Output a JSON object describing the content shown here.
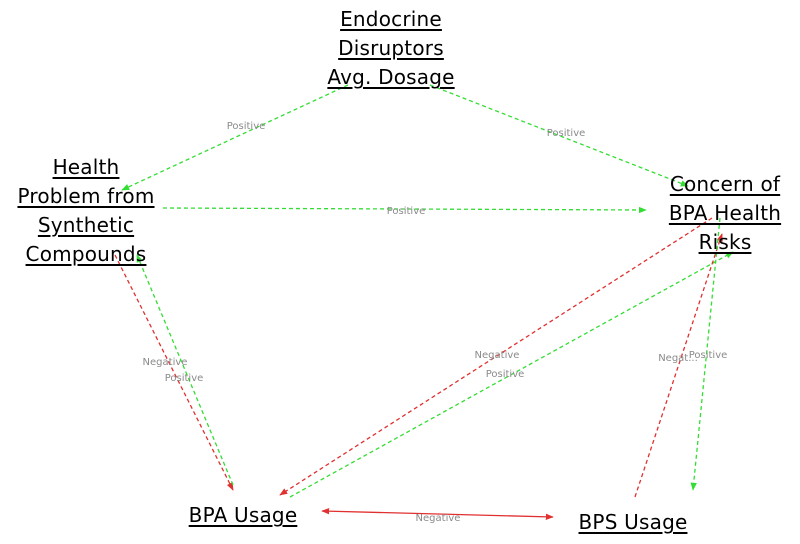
{
  "nodes": {
    "endocrine": {
      "lines": [
        "Endocrine",
        "Disruptors",
        "Avg. Dosage"
      ]
    },
    "health": {
      "lines": [
        "Health",
        "Problem from",
        "Synthetic",
        "Compounds"
      ]
    },
    "concern": {
      "lines": [
        "Concern of",
        "BPA Health",
        "Risks"
      ]
    },
    "bpa": {
      "lines": [
        "BPA Usage"
      ]
    },
    "bps": {
      "lines": [
        "BPS Usage"
      ]
    }
  },
  "edges": [
    {
      "id": "endo-health",
      "from": "endocrine",
      "to": "health",
      "polarity": "Positive",
      "label": "Positive"
    },
    {
      "id": "endo-concern",
      "from": "endocrine",
      "to": "concern",
      "polarity": "Positive",
      "label": "Positive"
    },
    {
      "id": "health-concern",
      "from": "health",
      "to": "concern",
      "polarity": "Positive",
      "label": "Positive"
    },
    {
      "id": "health-bpa",
      "from": "health",
      "to": "bpa",
      "polarity": "Negative",
      "label": "Negative"
    },
    {
      "id": "bpa-health",
      "from": "bpa",
      "to": "health",
      "polarity": "Positive",
      "label": "Positive"
    },
    {
      "id": "concern-bpa",
      "from": "concern",
      "to": "bpa",
      "polarity": "Negative",
      "label": "Negative"
    },
    {
      "id": "bpa-concern",
      "from": "bpa",
      "to": "concern",
      "polarity": "Positive",
      "label": "Positive"
    },
    {
      "id": "bps-concern",
      "from": "bps",
      "to": "concern",
      "polarity": "Negative",
      "label": "Negat..."
    },
    {
      "id": "concern-bps",
      "from": "concern",
      "to": "bps",
      "polarity": "Positive",
      "label": "Positive"
    },
    {
      "id": "bpa-bps",
      "from": "bpa",
      "to": "bps",
      "polarity": "Negative",
      "label": "Negative"
    }
  ],
  "colors": {
    "positive": "#33dd33",
    "negative": "#e03030",
    "label": "#8a8a8a"
  }
}
